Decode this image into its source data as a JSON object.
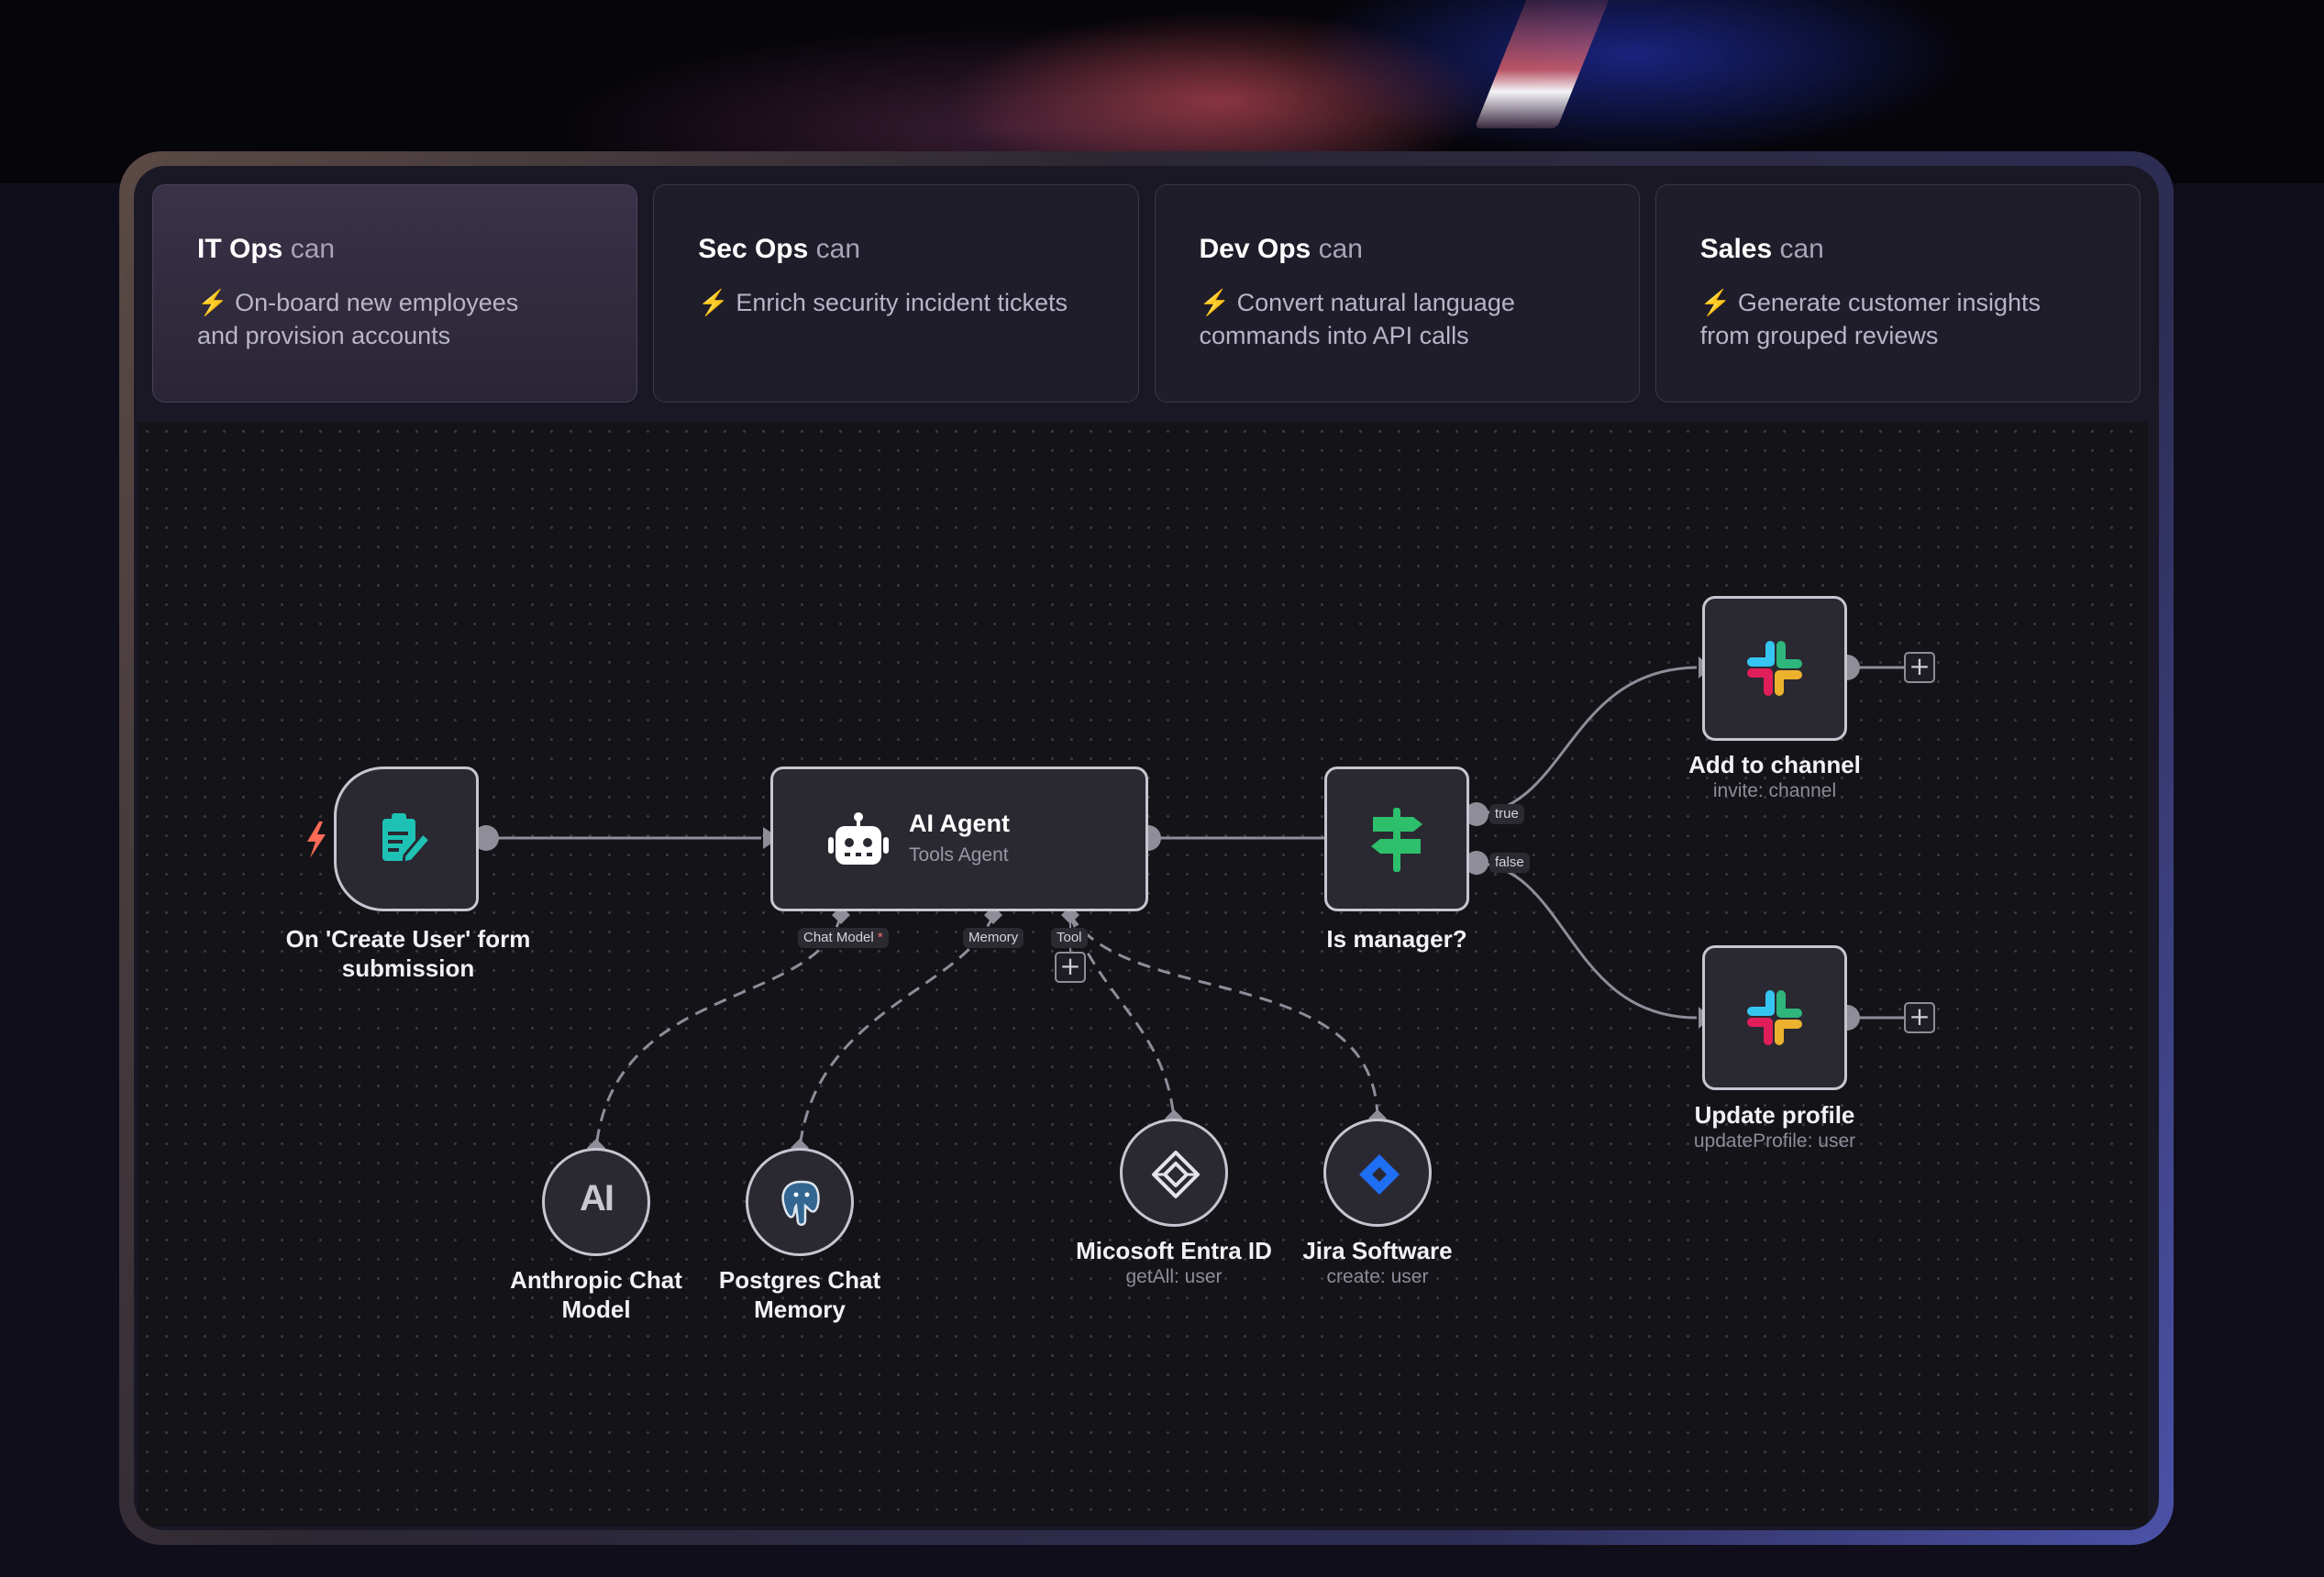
{
  "tabs": [
    {
      "team": "IT Ops",
      "suffix": "can",
      "bolt": "⚡",
      "desc_line1": "On-board new employees",
      "desc_line2": "and provision accounts",
      "active": true
    },
    {
      "team": "Sec Ops",
      "suffix": "can",
      "bolt": "⚡",
      "desc_line1": "Enrich security incident tickets",
      "desc_line2": "",
      "active": false
    },
    {
      "team": "Dev Ops",
      "suffix": "can",
      "bolt": "⚡",
      "desc_line1": "Convert natural language",
      "desc_line2": "commands into API calls",
      "active": false
    },
    {
      "team": "Sales",
      "suffix": "can",
      "bolt": "⚡",
      "desc_line1": "Generate customer insights",
      "desc_line2": "from grouped reviews",
      "active": false
    }
  ],
  "workflow": {
    "trigger": {
      "label_line1": "On 'Create User' form",
      "label_line2": "submission",
      "icon": "form-icon"
    },
    "agent": {
      "title": "AI Agent",
      "subtitle": "Tools Agent",
      "icon": "robot-icon",
      "ports": {
        "chat_model": "Chat Model",
        "chat_model_required": "*",
        "memory": "Memory",
        "tool": "Tool"
      }
    },
    "switch": {
      "label": "Is manager?",
      "icon": "signpost-icon",
      "true_label": "true",
      "false_label": "false"
    },
    "slack_add": {
      "label": "Add to channel",
      "sublabel": "invite: channel",
      "icon": "slack-icon"
    },
    "slack_update": {
      "label": "Update profile",
      "sublabel": "updateProfile: user",
      "icon": "slack-icon"
    },
    "anthropic": {
      "label_line1": "Anthropic Chat",
      "label_line2": "Model",
      "icon": "anthropic-icon",
      "glyph": "AI"
    },
    "postgres": {
      "label_line1": "Postgres Chat",
      "label_line2": "Memory",
      "icon": "postgres-icon"
    },
    "entra": {
      "label": "Micosoft Entra ID",
      "sublabel": "getAll: user",
      "icon": "entra-icon"
    },
    "jira": {
      "label": "Jira Software",
      "sublabel": "create: user",
      "icon": "jira-icon"
    },
    "plus_symbol": "+"
  },
  "colors": {
    "bolt": "#f6c444",
    "trigger_bolt": "#ff6b57",
    "form_icon": "#1ec2b5",
    "switch_icon": "#2dbf6b",
    "jira": "#1f6ff5"
  }
}
